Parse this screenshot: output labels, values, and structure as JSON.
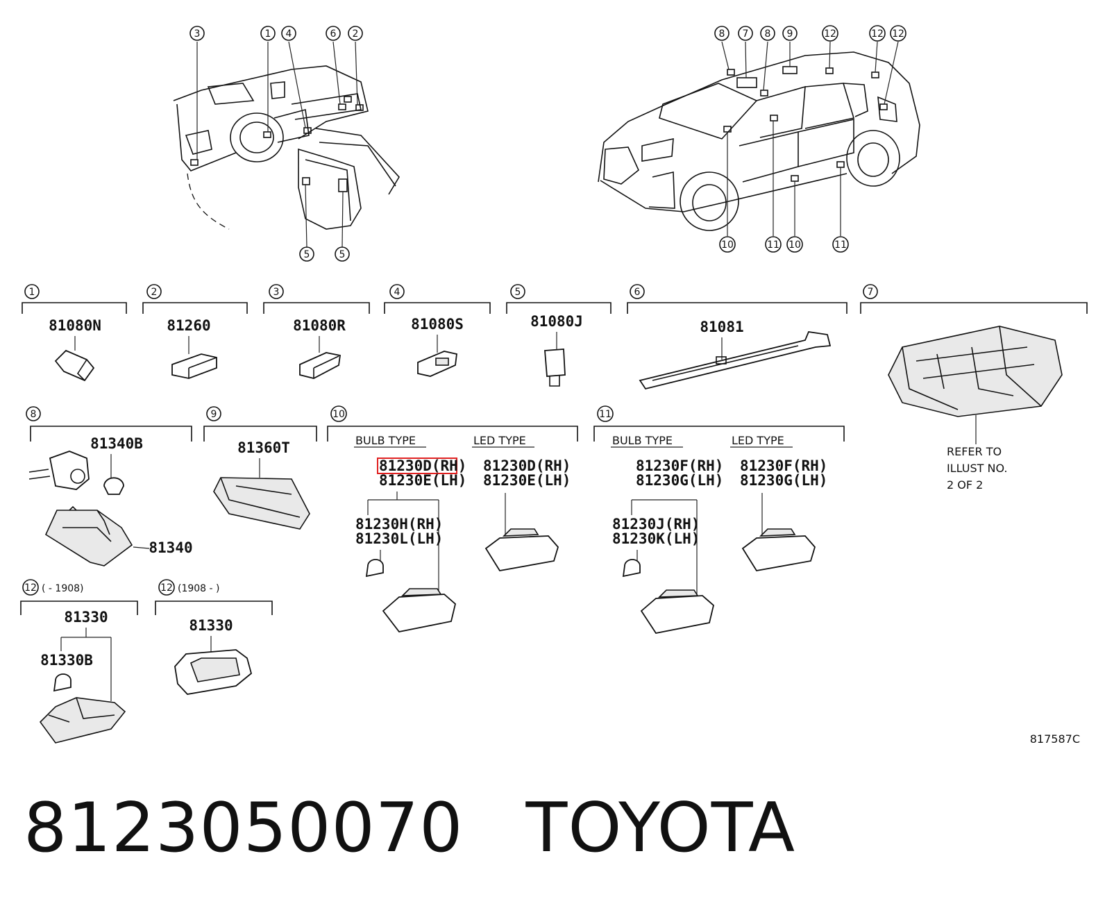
{
  "callouts": {
    "c1": "1",
    "c2": "2",
    "c3": "3",
    "c4": "4",
    "c5": "5",
    "c6": "6",
    "c7": "7",
    "c8": "8",
    "c9": "9",
    "c10": "10",
    "c11": "11",
    "c12": "12"
  },
  "groups": {
    "g1": {
      "part": "81080N"
    },
    "g2": {
      "part": "81260"
    },
    "g3": {
      "part": "81080R"
    },
    "g4": {
      "part": "81080S"
    },
    "g5": {
      "part": "81080J"
    },
    "g6": {
      "part": "81081"
    },
    "g7": {
      "note_line1": "REFER TO",
      "note_line2": "ILLUST NO.",
      "note_line3": "2 OF 2"
    },
    "g8": {
      "part_bulb": "81340B",
      "part_lamp": "81340"
    },
    "g9": {
      "part": "81360T"
    },
    "g10": {
      "bulb_type": "BULB TYPE",
      "led_type": "LED TYPE",
      "bulb_rh": "81230D(RH)",
      "bulb_lh": "81230E(LH)",
      "led_rh": "81230D(RH)",
      "led_lh": "81230E(LH)",
      "sub_rh": "81230H(RH)",
      "sub_lh": "81230L(LH)"
    },
    "g11": {
      "bulb_type": "BULB TYPE",
      "led_type": "LED TYPE",
      "bulb_rh": "81230F(RH)",
      "bulb_lh": "81230G(LH)",
      "led_rh": "81230F(RH)",
      "led_lh": "81230G(LH)",
      "sub_rh": "81230J(RH)",
      "sub_lh": "81230K(LH)"
    },
    "g12a": {
      "range": "(    - 1908)",
      "part": "81330",
      "part_bulb": "81330B"
    },
    "g12b": {
      "range": "(1908 -     )",
      "part": "81330"
    }
  },
  "illustration_code": "817587C",
  "footer": {
    "part_number": "8123050070",
    "brand": "TOYOTA"
  },
  "highlight_color": "#e02020"
}
